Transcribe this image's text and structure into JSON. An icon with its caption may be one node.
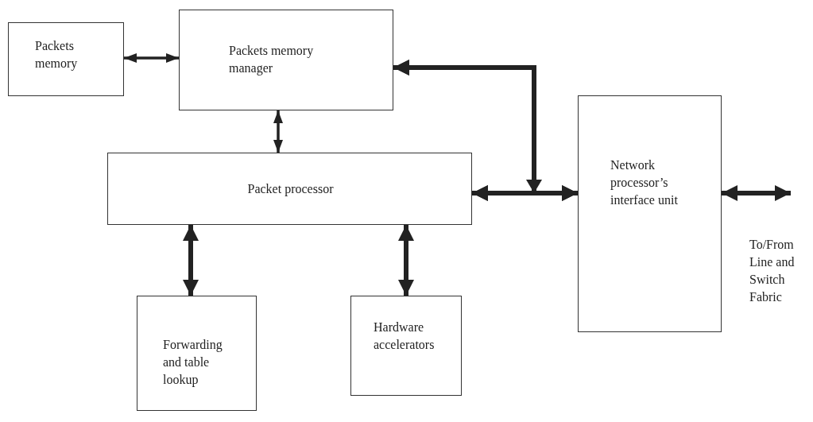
{
  "diagram": {
    "nodes": [
      {
        "text": [
          "Packets memory"
        ]
      },
      {
        "text": [
          "Packets memory manager"
        ]
      },
      {
        "text": [
          "Packet processor"
        ]
      },
      {
        "text": [
          "Network processor’s interface unit"
        ]
      },
      {
        "text": [
          "Forwarding and table lookup"
        ]
      },
      {
        "text": [
          "Hardware accelerators"
        ]
      }
    ],
    "edges": [
      {
        "from": 0,
        "to": 1,
        "arrow": "both"
      },
      {
        "from": 1,
        "to": 2,
        "arrow": "both"
      },
      {
        "from": 2,
        "to": 3,
        "arrow": "both"
      },
      {
        "from": 1,
        "to": 3,
        "arrow": "both"
      },
      {
        "from": 1,
        "to": 2,
        "arrow": "both"
      },
      {
        "from": 2,
        "to": 4,
        "arrow": "both"
      },
      {
        "from": 2,
        "to": 5,
        "arrow": "both"
      },
      {
        "from": 3,
        "to": null,
        "arrow": "both"
      }
    ],
    "labels": [
      "To/From Line and Switch Fabric"
    ]
  }
}
